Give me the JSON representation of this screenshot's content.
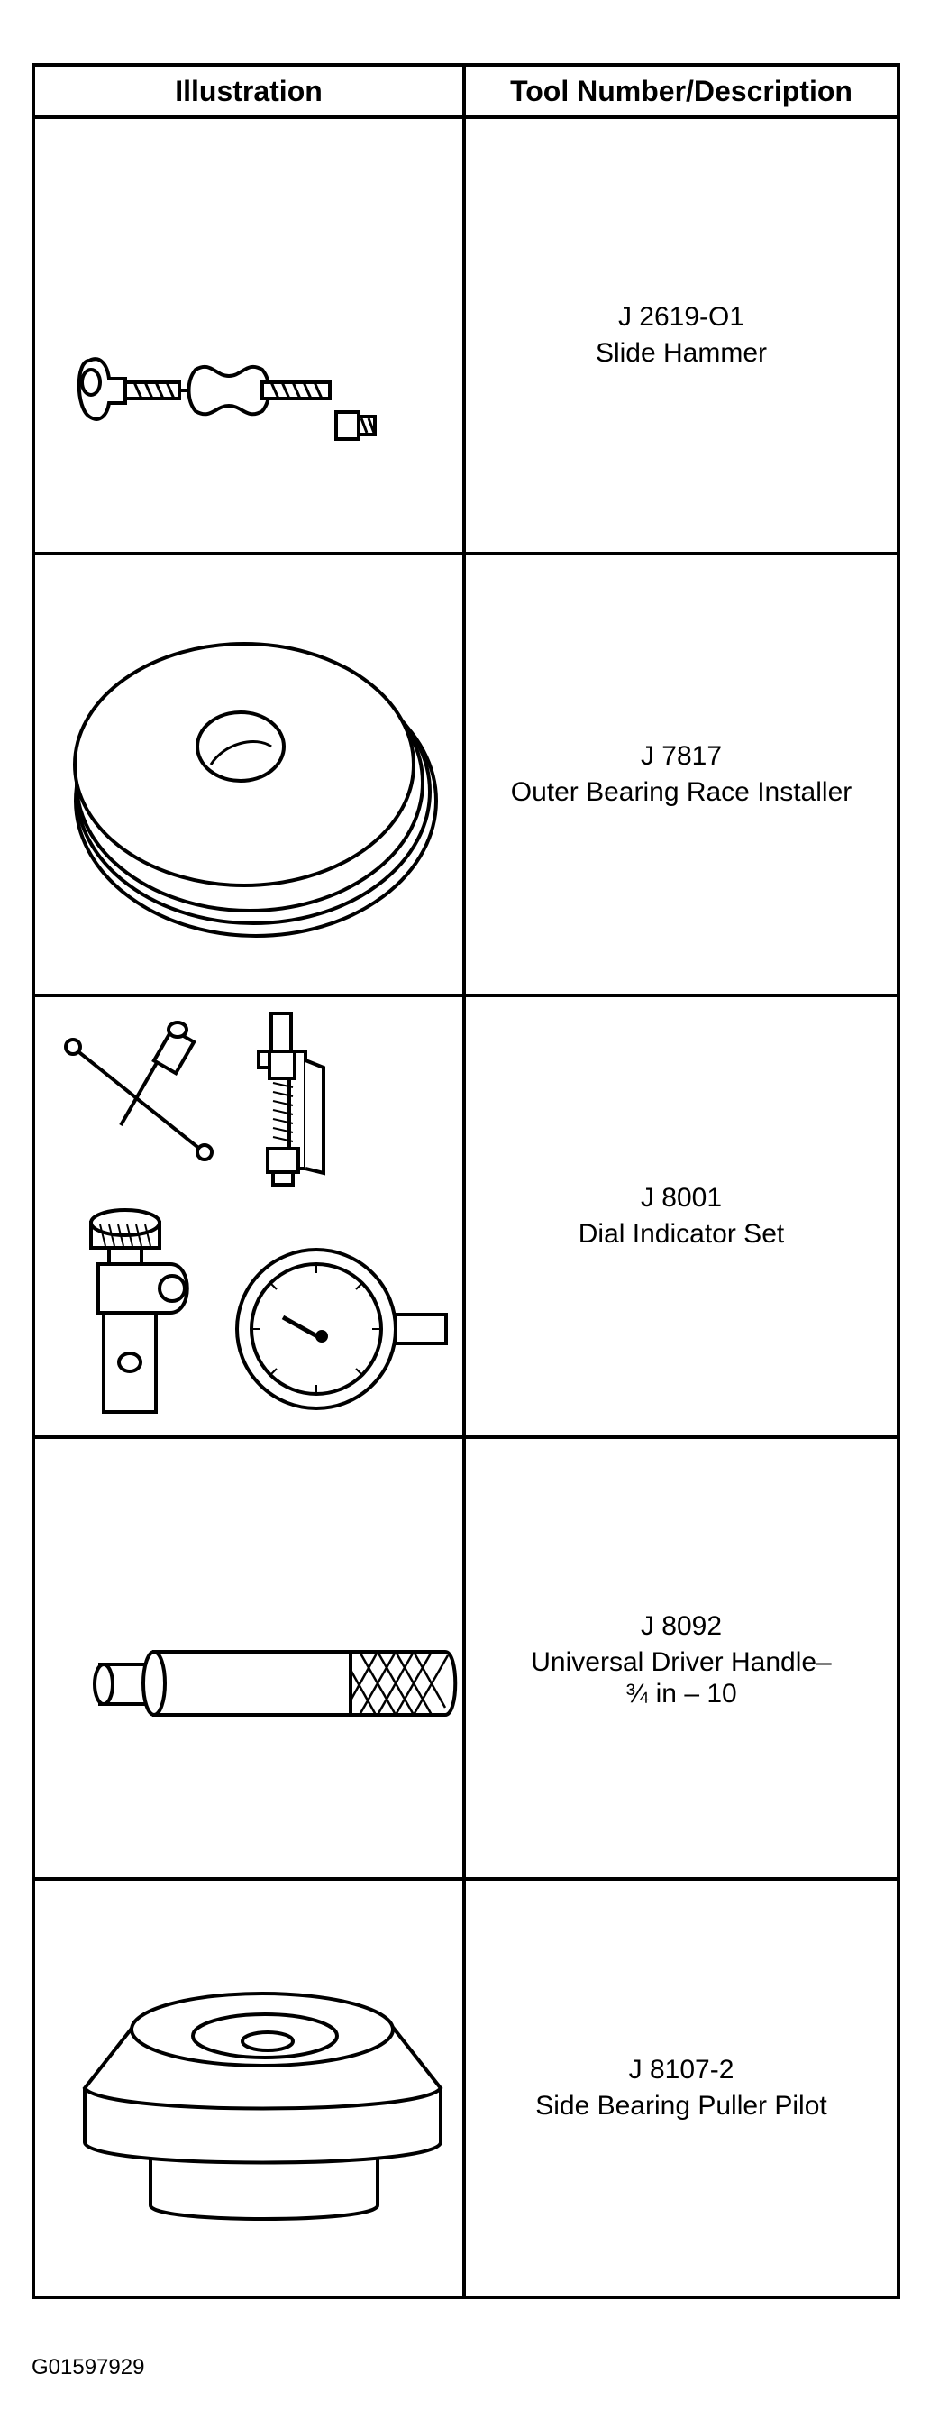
{
  "table": {
    "header": {
      "illustration": "Illustration",
      "tool": "Tool Number/Description"
    },
    "rows": [
      {
        "number": "J 2619-O1",
        "description": "Slide Hammer",
        "extra": "",
        "icon": "slide-hammer-icon"
      },
      {
        "number": "J 7817",
        "description": "Outer Bearing Race Installer",
        "extra": "",
        "icon": "race-installer-icon"
      },
      {
        "number": "J 8001",
        "description": "Dial Indicator Set",
        "extra": "",
        "icon": "dial-indicator-set-icon"
      },
      {
        "number": "J 8092",
        "description": "Universal Driver Handle–",
        "extra": "¾ in – 10",
        "icon": "driver-handle-icon"
      },
      {
        "number": "J 8107-2",
        "description": "Side Bearing Puller Pilot",
        "extra": "",
        "icon": "puller-pilot-icon"
      }
    ]
  },
  "caption": "G01597929"
}
